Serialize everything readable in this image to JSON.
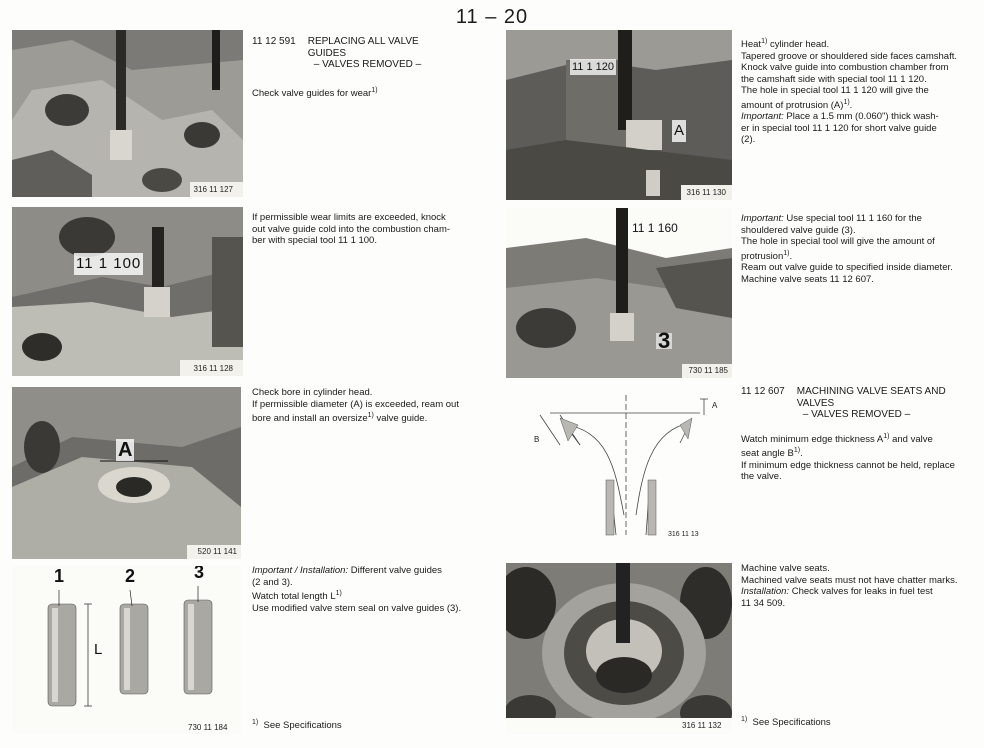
{
  "page": {
    "number": "11 – 20"
  },
  "figures": [
    {
      "id": "316 11 127",
      "caption": "316  11  127"
    },
    {
      "id": "316 11 128",
      "caption": "316  11  128",
      "callout": "11 1 100"
    },
    {
      "id": "520 11 141",
      "caption": "520  11  141",
      "callout": "A"
    },
    {
      "id": "730 11 184",
      "caption": "730  11 184",
      "labels": [
        "1",
        "2",
        "3"
      ],
      "dimension": "L"
    },
    {
      "id": "316 11 130",
      "caption": "316  11  130",
      "callout": "11 1 120",
      "dimension": "A"
    },
    {
      "id": "730 11 185",
      "caption": "730  11 185",
      "callout": "11 1 160",
      "label": "3"
    },
    {
      "id": "316 11 131",
      "caption": "316 11 13",
      "dimension": "A",
      "angle": "B"
    },
    {
      "id": "316 11 132",
      "caption": "316  11  132"
    }
  ],
  "left": {
    "section": {
      "code": "11 12 591",
      "title_1": "REPLACING ALL VALVE",
      "title_2": "GUIDES",
      "subtitle": "– VALVES REMOVED –"
    },
    "p1": "Check valve guides for wear",
    "p2_1": "If permissible wear limits are exceeded, knock",
    "p2_2": "out valve guide cold into the combustion cham-",
    "p2_3": "ber with special tool 11 1 100.",
    "p3_1": "Check bore in cylinder head.",
    "p3_2": "If permissible diameter (A) is exceeded, ream out",
    "p3_3a": "bore and install an oversize",
    "p3_3b": " valve guide.",
    "p4_italic": "Important / Installation:",
    "p4_1": " Different valve guides",
    "p4_2": "(2 and 3).",
    "p4_3": "Watch total length L",
    "p4_4": "Use modified valve stem seal on valve guides (3).",
    "footnote": "See Specifications"
  },
  "right": {
    "r1_1": "Heat",
    "r1_1b": " cylinder head.",
    "r1_2": "Tapered groove or shouldered side faces camshaft.",
    "r1_3": "Knock valve guide into combustion chamber from",
    "r1_4": "the camshaft side with special tool 11 1 120.",
    "r1_5": "The hole in special tool 11 1 120 will give the",
    "r1_6": "amount of protrusion (A)",
    "r1_7_italic": "Important:",
    "r1_7": "  Place a 1.5 mm (0.060\") thick wash-",
    "r1_8": "er in special tool 11 1 120 for short valve guide",
    "r1_9": "(2).",
    "r2_italic": "Important:",
    "r2_1": "  Use special tool 11 1 160 for the",
    "r2_2": "shouldered valve guide (3).",
    "r2_3": "The hole in special tool will give the amount of",
    "r2_4": "protrusion",
    "r2_5": "Ream out valve guide to specified inside diameter.",
    "r2_6": "Machine valve seats 11 12 607.",
    "section": {
      "code": "11 12 607",
      "title_1": "MACHINING VALVE SEATS AND",
      "title_2": "VALVES",
      "subtitle": "– VALVES REMOVED –"
    },
    "r3_1": "Watch minimum edge thickness A",
    "r3_1b": " and valve",
    "r3_2": "seat angle B",
    "r3_3": "If minimum edge thickness cannot be held, replace",
    "r3_4": "the valve.",
    "r4_1": "Machine valve seats.",
    "r4_2": "Machined valve seats must not have chatter marks.",
    "r4_3_italic": "Installation:",
    "r4_3": " Check valves for leaks in fuel test",
    "r4_4": "11 34 509.",
    "footnote": "See Specifications"
  },
  "footnote_marker": "1)"
}
